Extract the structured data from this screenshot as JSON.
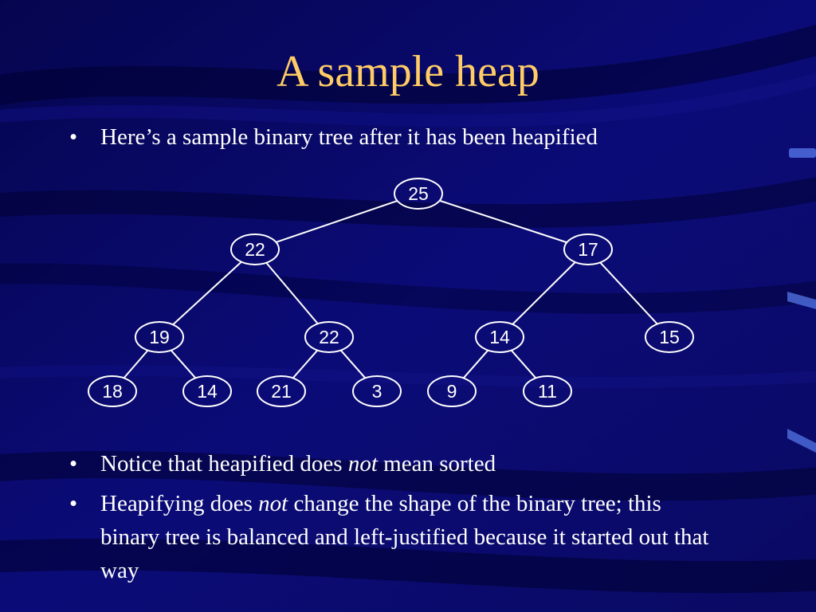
{
  "slide": {
    "title": "A sample heap",
    "bullet_symbol": "•",
    "bullets": [
      {
        "parts": [
          {
            "text": "Here’s a sample binary tree after it has been heapified",
            "italic": false
          }
        ]
      },
      {
        "parts": [
          {
            "text": "Notice that heapified does ",
            "italic": false
          },
          {
            "text": "not",
            "italic": true
          },
          {
            "text": " mean sorted",
            "italic": false
          }
        ]
      },
      {
        "parts": [
          {
            "text": "Heapifying does ",
            "italic": false
          },
          {
            "text": "not",
            "italic": true
          },
          {
            "text": " change the shape of the binary tree; this binary tree is balanced and left-justified because it started out that way",
            "italic": false
          }
        ]
      }
    ]
  },
  "tree": {
    "nodes": [
      {
        "id": "n1",
        "value": "25"
      },
      {
        "id": "n2",
        "value": "22"
      },
      {
        "id": "n3",
        "value": "17"
      },
      {
        "id": "n4",
        "value": "19"
      },
      {
        "id": "n5",
        "value": "22"
      },
      {
        "id": "n6",
        "value": "14"
      },
      {
        "id": "n7",
        "value": "15"
      },
      {
        "id": "n8",
        "value": "18"
      },
      {
        "id": "n9",
        "value": "14"
      },
      {
        "id": "n10",
        "value": "21"
      },
      {
        "id": "n11",
        "value": "3"
      },
      {
        "id": "n12",
        "value": "9"
      },
      {
        "id": "n13",
        "value": "11"
      }
    ],
    "edges": [
      [
        "n1",
        "n2"
      ],
      [
        "n1",
        "n3"
      ],
      [
        "n2",
        "n4"
      ],
      [
        "n2",
        "n5"
      ],
      [
        "n3",
        "n6"
      ],
      [
        "n3",
        "n7"
      ],
      [
        "n4",
        "n8"
      ],
      [
        "n4",
        "n9"
      ],
      [
        "n5",
        "n10"
      ],
      [
        "n5",
        "n11"
      ],
      [
        "n6",
        "n12"
      ],
      [
        "n6",
        "n13"
      ]
    ]
  },
  "colors": {
    "background": "#0a0a6e",
    "title": "#ffcc66",
    "text": "#ffffff",
    "node_stroke": "#ffffff",
    "edge": "#ffffff"
  }
}
